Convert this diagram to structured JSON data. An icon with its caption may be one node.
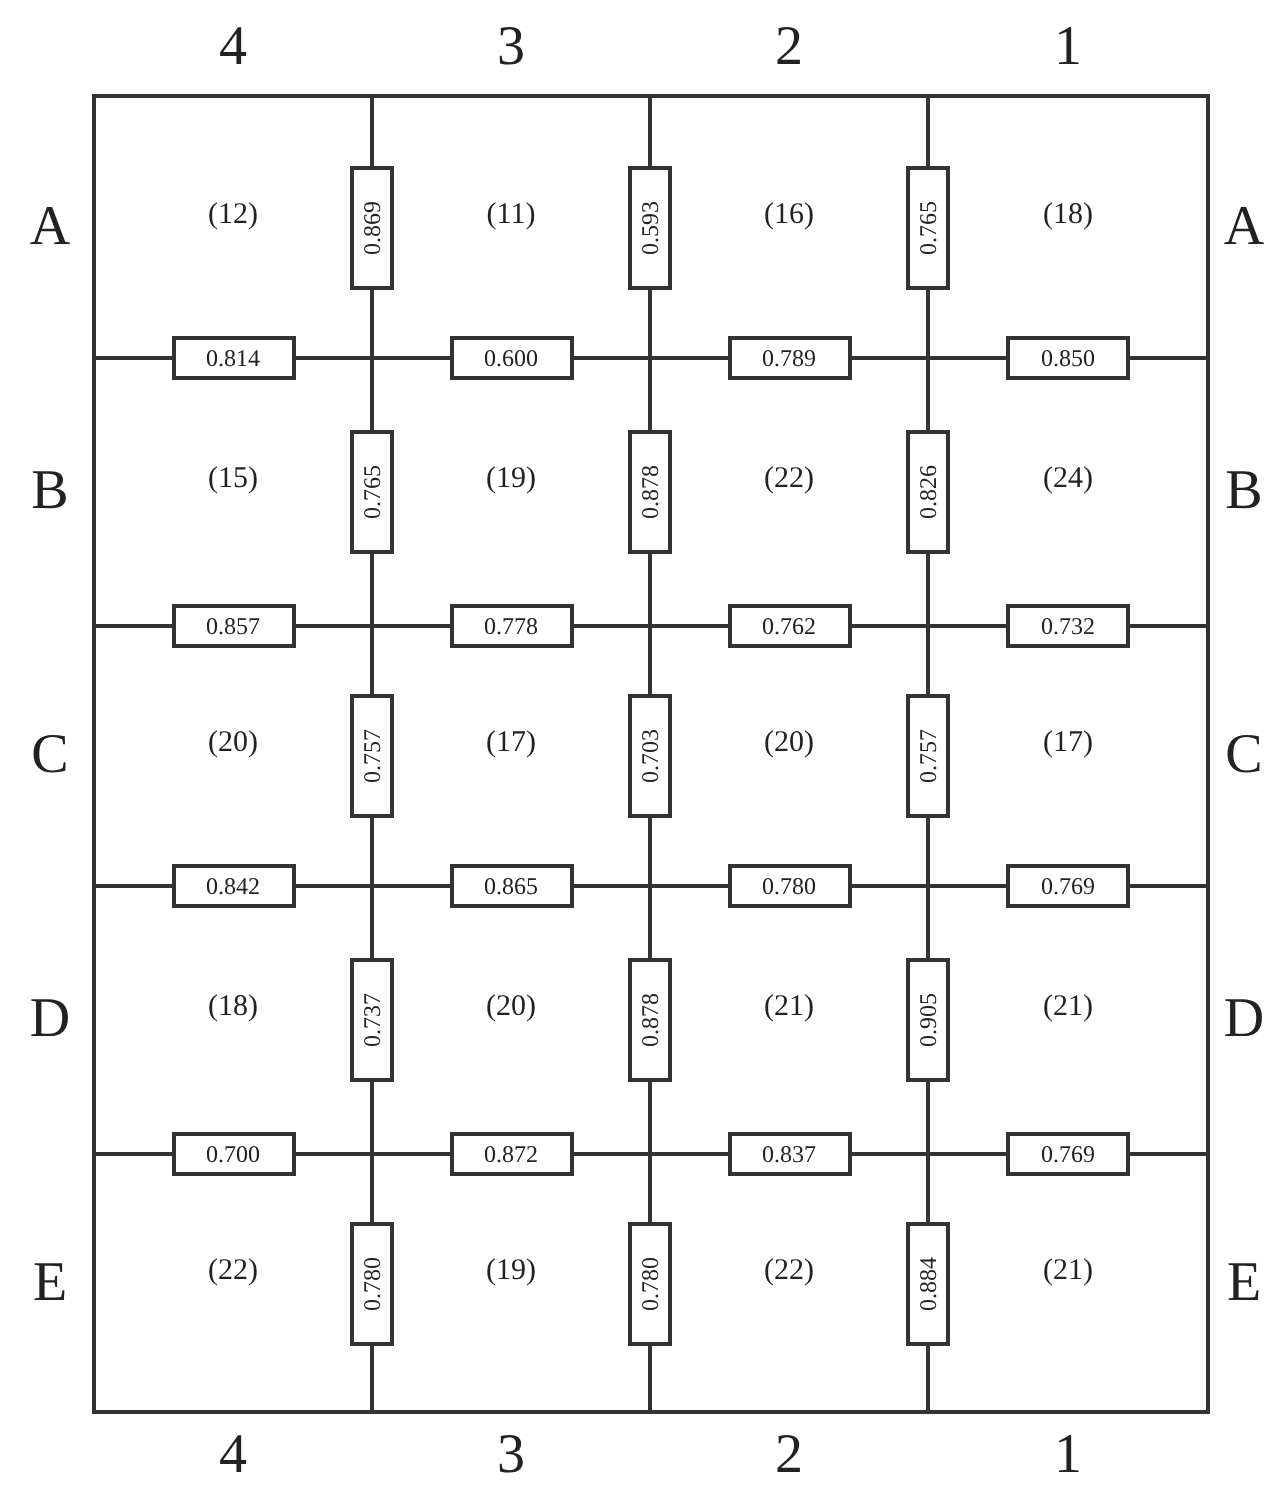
{
  "diagram": {
    "nodes": [
      {
        "text": [
          "0.869"
        ]
      },
      {
        "text": [
          "0.593"
        ]
      },
      {
        "text": [
          "0.765"
        ]
      },
      {
        "text": [
          "0.814"
        ]
      },
      {
        "text": [
          "0.600"
        ]
      },
      {
        "text": [
          "0.789"
        ]
      },
      {
        "text": [
          "0.850"
        ]
      },
      {
        "text": [
          "0.765"
        ]
      },
      {
        "text": [
          "0.878"
        ]
      },
      {
        "text": [
          "0.826"
        ]
      },
      {
        "text": [
          "0.857"
        ]
      },
      {
        "text": [
          "0.778"
        ]
      },
      {
        "text": [
          "0.762"
        ]
      },
      {
        "text": [
          "0.732"
        ]
      },
      {
        "text": [
          "0.757"
        ]
      },
      {
        "text": [
          "0.703"
        ]
      },
      {
        "text": [
          "0.757"
        ]
      },
      {
        "text": [
          "0.842"
        ]
      },
      {
        "text": [
          "0.865"
        ]
      },
      {
        "text": [
          "0.780"
        ]
      },
      {
        "text": [
          "0.769"
        ]
      },
      {
        "text": [
          "0.737"
        ]
      },
      {
        "text": [
          "0.878"
        ]
      },
      {
        "text": [
          "0.905"
        ]
      },
      {
        "text": [
          "0.700"
        ]
      },
      {
        "text": [
          "0.872"
        ]
      },
      {
        "text": [
          "0.837"
        ]
      },
      {
        "text": [
          "0.769"
        ]
      },
      {
        "text": [
          "0.780"
        ]
      },
      {
        "text": [
          "0.780"
        ]
      },
      {
        "text": [
          "0.884"
        ]
      }
    ],
    "labels": [
      "4",
      "3",
      "2",
      "1",
      "A",
      "(12)",
      "(11)",
      "(16)",
      "(18)",
      "A",
      "B",
      "(15)",
      "(19)",
      "(22)",
      "(24)",
      "B",
      "C",
      "(20)",
      "(17)",
      "(20)",
      "(17)",
      "C",
      "D",
      "(18)",
      "(20)",
      "(21)",
      "(21)",
      "D",
      "E",
      "(22)",
      "(19)",
      "(22)",
      "(21)",
      "E",
      "4",
      "3",
      "2",
      "1"
    ]
  }
}
